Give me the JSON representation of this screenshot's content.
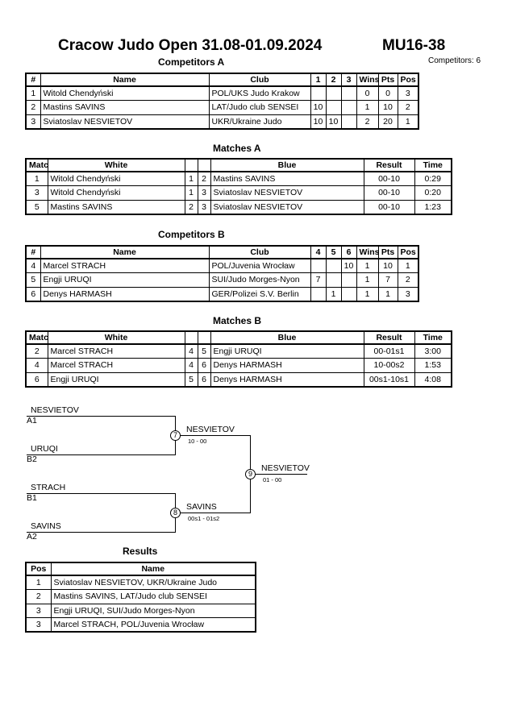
{
  "header": {
    "title": "Cracow Judo Open  31.08-01.09.2024",
    "category": "MU16-38",
    "competitors_count": "Competitors: 6"
  },
  "competitors_a": {
    "title": "Competitors A",
    "columns": [
      "#",
      "Name",
      "Club",
      "1",
      "2",
      "3",
      "Wins",
      "Pts",
      "Pos"
    ],
    "rows": [
      [
        "1",
        "Witold Chendyński",
        "POL/UKS Judo Krakow",
        "",
        "",
        "",
        "0",
        "0",
        "3"
      ],
      [
        "2",
        "Mastins SAVINS",
        "LAT/Judo club SENSEI",
        "10",
        "",
        "",
        "1",
        "10",
        "2"
      ],
      [
        "3",
        "Sviatoslav NESVIETOV",
        "UKR/Ukraine Judo",
        "10",
        "10",
        "",
        "2",
        "20",
        "1"
      ]
    ]
  },
  "matches_a": {
    "title": "Matches A",
    "columns": [
      "Match",
      "White",
      "Blue",
      "Result",
      "Time"
    ],
    "rows": [
      [
        "1",
        "Witold Chendyński",
        "1",
        "2",
        "Mastins SAVINS",
        "00-10",
        "0:29"
      ],
      [
        "3",
        "Witold Chendyński",
        "1",
        "3",
        "Sviatoslav NESVIETOV",
        "00-10",
        "0:20"
      ],
      [
        "5",
        "Mastins SAVINS",
        "2",
        "3",
        "Sviatoslav NESVIETOV",
        "00-10",
        "1:23"
      ]
    ]
  },
  "competitors_b": {
    "title": "Competitors B",
    "columns": [
      "#",
      "Name",
      "Club",
      "4",
      "5",
      "6",
      "Wins",
      "Pts",
      "Pos"
    ],
    "rows": [
      [
        "4",
        "Marcel STRACH",
        "POL/Juvenia Wrocław",
        "",
        "",
        "10",
        "1",
        "10",
        "1"
      ],
      [
        "5",
        "Engji URUQI",
        "SUI/Judo Morges-Nyon",
        "7",
        "",
        "",
        "1",
        "7",
        "2"
      ],
      [
        "6",
        "Denys HARMASH",
        "GER/Polizei S.V. Berlin",
        "",
        "1",
        "",
        "1",
        "1",
        "3"
      ]
    ]
  },
  "matches_b": {
    "title": "Matches B",
    "columns": [
      "Match",
      "White",
      "Blue",
      "Result",
      "Time"
    ],
    "rows": [
      [
        "2",
        "Marcel STRACH",
        "4",
        "5",
        "Engji URUQI",
        "00-01s1",
        "3:00"
      ],
      [
        "4",
        "Marcel STRACH",
        "4",
        "6",
        "Denys HARMASH",
        "10-00s2",
        "1:53"
      ],
      [
        "6",
        "Engji URUQI",
        "5",
        "6",
        "Denys HARMASH",
        "00s1-10s1",
        "4:08"
      ]
    ]
  },
  "bracket": {
    "semi1": {
      "top_name": "NESVIETOV",
      "top_seed": "A1",
      "bottom_name": "URUQI",
      "bottom_seed": "B2",
      "match": "7",
      "winner": "NESVIETOV",
      "score": "10 - 00"
    },
    "semi2": {
      "top_name": "STRACH",
      "top_seed": "B1",
      "bottom_name": "SAVINS",
      "bottom_seed": "A2",
      "match": "8",
      "winner": "SAVINS",
      "score": "00s1 - 01s2"
    },
    "final": {
      "match": "9",
      "winner": "NESVIETOV",
      "score": "01 - 00"
    }
  },
  "results": {
    "title": "Results",
    "columns": [
      "Pos",
      "Name"
    ],
    "rows": [
      [
        "1",
        "Sviatoslav NESVIETOV, UKR/Ukraine Judo"
      ],
      [
        "2",
        "Mastins SAVINS, LAT/Judo club SENSEI"
      ],
      [
        "3",
        "Engji URUQI, SUI/Judo Morges-Nyon"
      ],
      [
        "3",
        "Marcel STRACH, POL/Juvenia Wrocław"
      ]
    ]
  }
}
